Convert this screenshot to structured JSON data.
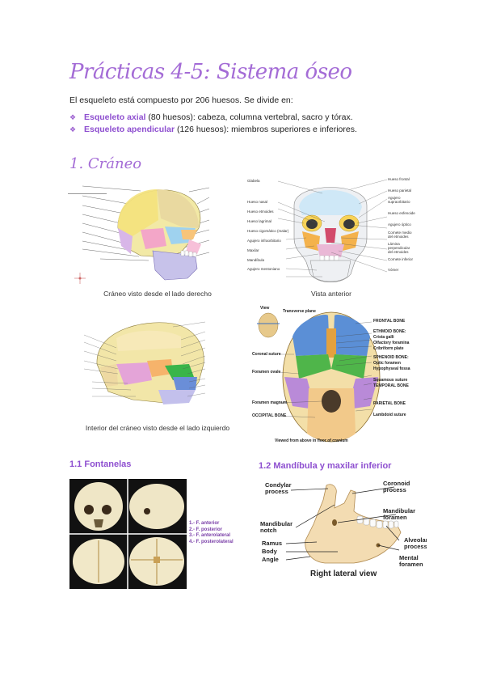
{
  "header": {
    "title": "Prácticas 4-5: Sistema óseo"
  },
  "intro": "El esqueleto está compuesto por 206 huesos. Se divide en:",
  "bullets": [
    {
      "term": "Esqueleto axial",
      "rest": " (80 huesos): cabeza, columna vertebral, sacro y tórax."
    },
    {
      "term": "Esqueleto apendicular",
      "rest": " (126 huesos): miembros superiores e inferiores."
    }
  ],
  "section1": {
    "title": "1. Cráneo"
  },
  "figures": {
    "lateral": {
      "caption": "Cráneo visto desde el lado derecho"
    },
    "anterior": {
      "caption": "Vista anterior",
      "labels_left": [
        "Glabela",
        "Hueso nasal",
        "Hueso etmoides",
        "Hueso lagrimal",
        "Hueso cigomático (malar)",
        "Agujero infraorbitario",
        "Maxilar",
        "Mandíbula",
        "Agujero mentoniano"
      ],
      "labels_right": [
        "Hueso frontal",
        "Hueso parietal",
        "Agujero supraorbitario",
        "Hueso esfenoides",
        "Agujero óptico",
        "Cornete medio del etmoides",
        "Lámina perpendicular del etmoides",
        "Cornete inferior",
        "Vómer"
      ]
    },
    "interior": {
      "caption": "Interior del cráneo visto desde el lado izquierdo"
    },
    "cranium_floor": {
      "view": "View",
      "plane": "Transverse plane",
      "labels_right": [
        "FRONTAL BONE",
        "ETHMOID BONE:",
        "Crista galli",
        "Olfactory foramina",
        "Cribriform plate",
        "SPHENOID BONE:",
        "Optic foramen",
        "Hypophyseal fossa",
        "Squamous suture",
        "TEMPORAL BONE",
        "PARIETAL BONE",
        "Lambdoid suture"
      ],
      "labels_left": [
        "Coronal suture",
        "Foramen ovale",
        "Foramen magnum",
        "OCCIPITAL BONE"
      ],
      "caption": "Viewed from above in floor of cranium"
    }
  },
  "section_fontanelas": {
    "title": "1.1 Fontanelas",
    "legend": [
      "1.- F. anterior",
      "2.- F. posterior",
      "3.- F. anterolateral",
      "4.- F. posterolateral"
    ]
  },
  "section_mandibula": {
    "title": "1.2 Mandíbula y maxilar inferior",
    "labels": [
      "Condylar process",
      "Coronoid process",
      "Mandibular foramen",
      "Mandibular notch",
      "Alveolar process",
      "Ramus",
      "Body",
      "Angle",
      "Mental foramen"
    ],
    "caption": "Right lateral view"
  }
}
